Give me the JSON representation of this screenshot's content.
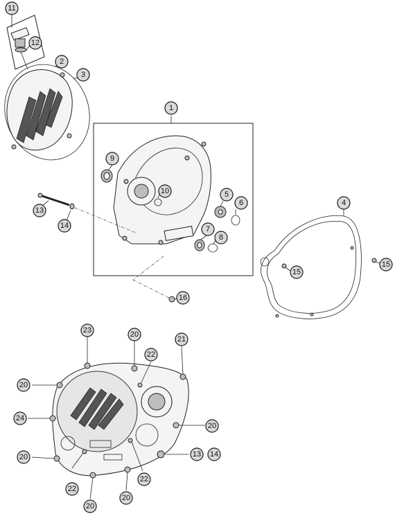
{
  "callouts": {
    "c11": "11",
    "c12": "12",
    "c2": "2",
    "c3": "3",
    "c1": "1",
    "c9": "9",
    "c10": "10",
    "c5": "5",
    "c6": "6",
    "c7": "7",
    "c8": "8",
    "c4": "4",
    "c13a": "13",
    "c14a": "14",
    "c15a": "15",
    "c15b": "15",
    "c16": "16",
    "c23": "23",
    "c20a": "20",
    "c21": "21",
    "c22a": "22",
    "c20b": "20",
    "c24": "24",
    "c20c": "20",
    "c20d": "20",
    "c13b": "13",
    "c14b": "14",
    "c22b": "22",
    "c22c": "22",
    "c20e": "20",
    "c20f": "20"
  }
}
